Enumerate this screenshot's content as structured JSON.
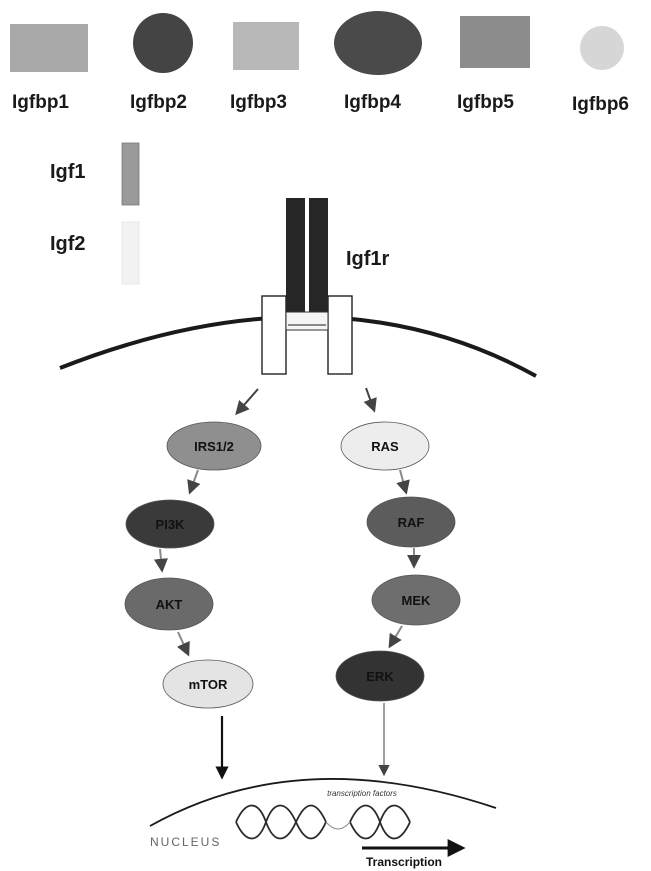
{
  "binding_proteins": [
    {
      "label": "Igfbp1",
      "shape": "rect",
      "fill": "#a9a9a9"
    },
    {
      "label": "Igfbp2",
      "shape": "circle",
      "fill": "#444444"
    },
    {
      "label": "Igfbp3",
      "shape": "rect",
      "fill": "#b8b8b8"
    },
    {
      "label": "Igfbp4",
      "shape": "ellipse",
      "fill": "#4a4a4a"
    },
    {
      "label": "Igfbp5",
      "shape": "rect",
      "fill": "#8c8c8c"
    },
    {
      "label": "Igfbp6",
      "shape": "circle-small",
      "fill": "#d6d6d6"
    }
  ],
  "ligands": {
    "igf1": {
      "label": "Igf1",
      "fill": "#9a9a9a"
    },
    "igf2": {
      "label": "Igf2",
      "fill": "#f2f2f2"
    }
  },
  "receptor": {
    "label": "Igf1r",
    "fill": "#262626"
  },
  "pathway_left": [
    {
      "label": "IRS1/2",
      "fill": "#8f8f8f"
    },
    {
      "label": "PI3K",
      "fill": "#3a3a3a"
    },
    {
      "label": "AKT",
      "fill": "#6a6a6a"
    },
    {
      "label": "mTOR",
      "fill": "#e4e4e4"
    }
  ],
  "pathway_right": [
    {
      "label": "RAS",
      "fill": "#ededed"
    },
    {
      "label": "RAF",
      "fill": "#5c5c5c"
    },
    {
      "label": "MEK",
      "fill": "#6e6e6e"
    },
    {
      "label": "ERK",
      "fill": "#333333"
    }
  ],
  "nucleus": {
    "label": "NUCLEUS",
    "tf_label": "transcription factors",
    "transcription_label": "Transcription"
  }
}
